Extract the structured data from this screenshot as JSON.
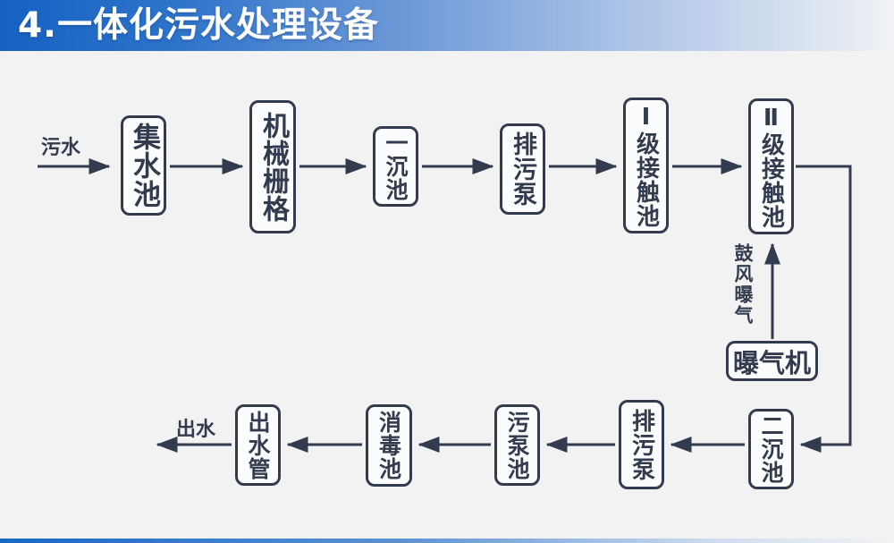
{
  "header": {
    "title": "4.一体化污水处理设备"
  },
  "flowchart": {
    "input_label": "污水",
    "output_label": "出水",
    "aeration_label": "鼓风曝气",
    "nodes": {
      "collect": "集水池",
      "screen": "机械栅格",
      "primary_sed": "一沉池",
      "drain_pump_top": "排污泵",
      "contact1": "Ⅰ级接触池",
      "contact2": "Ⅱ级接触池",
      "aerator": "曝气机",
      "secondary_sed": "二沉池",
      "drain_pump_bottom": "排污泵",
      "sludge_pump": "污泵池",
      "disinfect": "消毒池",
      "outlet_pipe": "出水管"
    }
  },
  "colors": {
    "accent_blue": "#1766c5",
    "line_dark": "#333b4e",
    "canvas_bg": "#f2f2f3",
    "box_fill": "#fbfcfd",
    "title_text": "#ffffff"
  }
}
